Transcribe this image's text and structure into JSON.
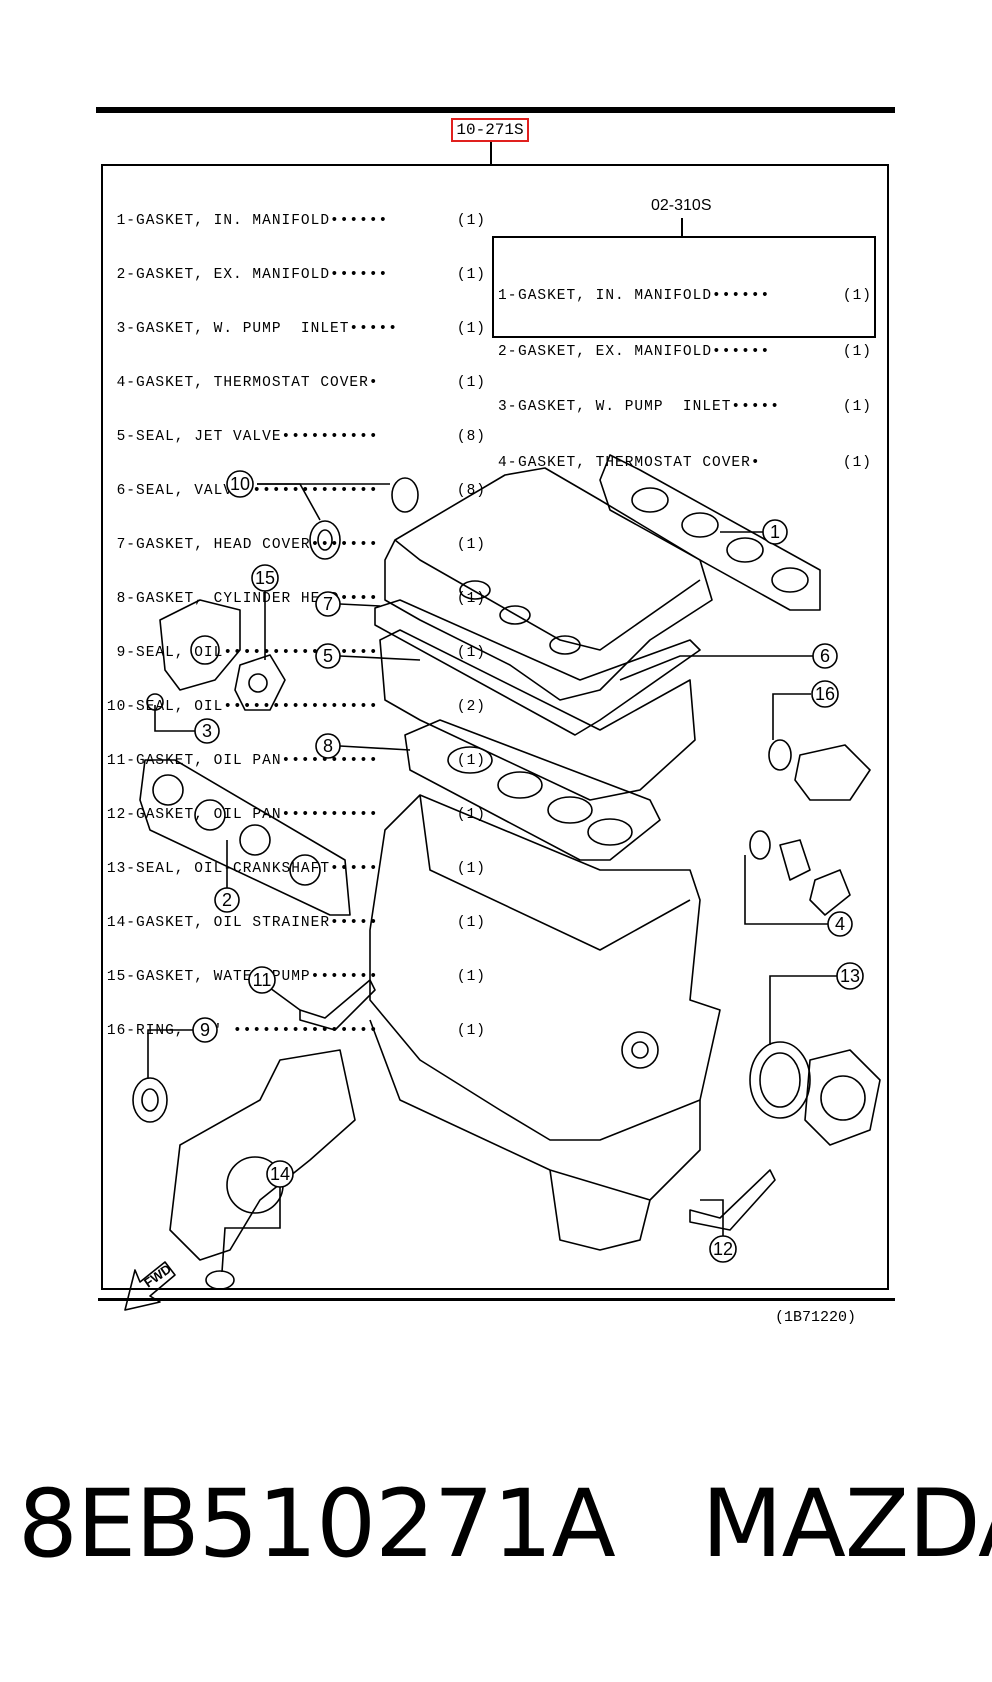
{
  "header": {
    "ref_code": "10-271S"
  },
  "parts": [
    {
      "num": "1-",
      "desc": "GASKET, IN. MANIFOLD••••••",
      "qty": "(1)"
    },
    {
      "num": "2-",
      "desc": "GASKET, EX. MANIFOLD••••••",
      "qty": "(1)"
    },
    {
      "num": "3-",
      "desc": "GASKET, W. PUMP  INLET•••••",
      "qty": "(1)"
    },
    {
      "num": "4-",
      "desc": "GASKET, THERMOSTAT COVER•",
      "qty": "(1)"
    },
    {
      "num": "5-",
      "desc": "SEAL, JET VALVE••••••••••",
      "qty": "(8)"
    },
    {
      "num": "6-",
      "desc": "SEAL, VALVE••••••••••••••",
      "qty": "(8)"
    },
    {
      "num": "7-",
      "desc": "GASKET, HEAD COVER•••••••",
      "qty": "(1)"
    },
    {
      "num": "8-",
      "desc": "GASKET, CYLINDER HEAD••••",
      "qty": "(1)"
    },
    {
      "num": "9-",
      "desc": "SEAL, OIL••••••••••••••••",
      "qty": "(1)"
    },
    {
      "num": "10-",
      "desc": "SEAL, OIL••••••••••••••••",
      "qty": "(2)"
    },
    {
      "num": "11-",
      "desc": "GASKET, OIL PAN••••••••••",
      "qty": "(1)"
    },
    {
      "num": "12-",
      "desc": "GASKET, OIL PAN••••••••••",
      "qty": "(1)"
    },
    {
      "num": "13-",
      "desc": "SEAL, OIL-CRANKSHAFT•••••",
      "qty": "(1)"
    },
    {
      "num": "14-",
      "desc": "GASKET, OIL STRAINER•••••",
      "qty": "(1)"
    },
    {
      "num": "15-",
      "desc": "GASKET, WATER PUMP•••••••",
      "qty": "(1)"
    },
    {
      "num": "16-",
      "desc": "RING, 'O' •••••••••••••••",
      "qty": "(1)"
    }
  ],
  "subkit": {
    "code": "02-310S",
    "parts": [
      {
        "num": "1-",
        "desc": "GASKET, IN. MANIFOLD••••••",
        "qty": "(1)"
      },
      {
        "num": "2-",
        "desc": "GASKET, EX. MANIFOLD••••••",
        "qty": "(1)"
      },
      {
        "num": "3-",
        "desc": "GASKET, W. PUMP  INLET•••••",
        "qty": "(1)"
      },
      {
        "num": "4-",
        "desc": "GASKET, THERMOSTAT COVER•",
        "qty": "(1)"
      }
    ]
  },
  "callouts": [
    "1",
    "2",
    "3",
    "4",
    "5",
    "6",
    "7",
    "8",
    "9",
    "10",
    "11",
    "12",
    "13",
    "14",
    "15",
    "16"
  ],
  "fwd_label": "FWD",
  "drawing_number": "(1B71220)",
  "caption": {
    "part_number": "8EB510271A",
    "brand": "MAZDA"
  }
}
